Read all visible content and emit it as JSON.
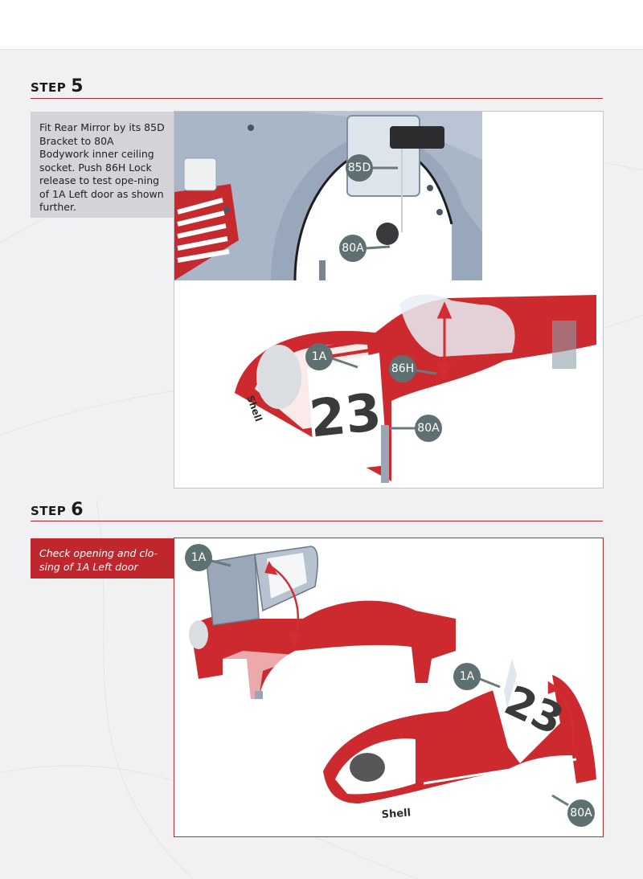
{
  "steps": [
    {
      "word": "STEP",
      "number": "5",
      "instruction": "Fit Rear Mirror by its 85D Bracket to 80A Bodywork inner ceiling socket. Push 86H Lock release to test ope-ning of 1A Left door as shown further.",
      "callouts": [
        "85D",
        "80A",
        "1A",
        "86H",
        "80A"
      ],
      "race_number": "23",
      "sponsor": "Shell"
    },
    {
      "word": "STEP",
      "number": "6",
      "instruction": "Check opening and clo-sing of 1A Left door",
      "callouts": [
        "1A",
        "1A",
        "80A"
      ],
      "race_number": "23",
      "sponsor": "Shell"
    }
  ],
  "colors": {
    "accent": "#c0272d",
    "callout": "#5f7072",
    "body_red": "#cc2a2e",
    "interior_blue": "#a9b7c9"
  }
}
